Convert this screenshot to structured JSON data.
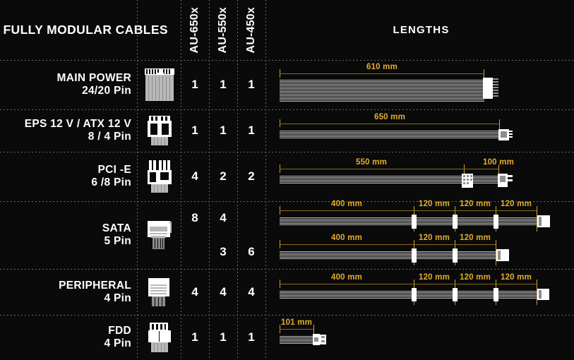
{
  "header": {
    "title": "FULLY MODULAR CABLES",
    "lengths_title": "LENGTHS",
    "models": [
      "AU-650x",
      "AU-550x",
      "AU-450x"
    ]
  },
  "colors": {
    "background": "#0a0a0a",
    "text": "#ffffff",
    "accent_gold": "#E3AE2B",
    "dim_line": "#8a6a14",
    "grid": "#6a6a6a",
    "wire": "#b9b9b9"
  },
  "rows": [
    {
      "name_line1": "MAIN POWER",
      "name_line2": "24/20 Pin",
      "icon": "atx-24pin-connector-icon",
      "qty": {
        "AU-650x": "1",
        "AU-550x": "1",
        "AU-450x": "1"
      },
      "cables": [
        {
          "segments": [
            {
              "label": "610 mm"
            }
          ]
        }
      ]
    },
    {
      "name_line1": "EPS 12 V / ATX 12 V",
      "name_line2": "8 / 4 Pin",
      "icon": "eps-8pin-connector-icon",
      "qty": {
        "AU-650x": "1",
        "AU-550x": "1",
        "AU-450x": "1"
      },
      "cables": [
        {
          "segments": [
            {
              "label": "650 mm"
            }
          ]
        }
      ]
    },
    {
      "name_line1": "PCI -E",
      "name_line2": "6 /8 Pin",
      "icon": "pcie-connector-icon",
      "qty": {
        "AU-650x": "4",
        "AU-550x": "2",
        "AU-450x": "2"
      },
      "cables": [
        {
          "segments": [
            {
              "label": "550 mm"
            },
            {
              "label": "100 mm"
            }
          ]
        }
      ]
    },
    {
      "name_line1": "SATA",
      "name_line2": "5 Pin",
      "icon": "sata-connector-icon",
      "qty": {
        "AU-650x": "8",
        "AU-550x": "4",
        "AU-450x": ""
      },
      "qty2": {
        "AU-650x": "",
        "AU-550x": "3",
        "AU-450x": "6"
      },
      "cables": [
        {
          "segments": [
            {
              "label": "400 mm"
            },
            {
              "label": "120 mm"
            },
            {
              "label": "120 mm"
            },
            {
              "label": "120 mm"
            }
          ]
        },
        {
          "segments": [
            {
              "label": "400 mm"
            },
            {
              "label": "120 mm"
            },
            {
              "label": "120 mm"
            }
          ]
        }
      ]
    },
    {
      "name_line1": "PERIPHERAL",
      "name_line2": "4 Pin",
      "icon": "molex-4pin-connector-icon",
      "qty": {
        "AU-650x": "4",
        "AU-550x": "4",
        "AU-450x": "4"
      },
      "cables": [
        {
          "segments": [
            {
              "label": "400 mm"
            },
            {
              "label": "120 mm"
            },
            {
              "label": "120 mm"
            },
            {
              "label": "120 mm"
            }
          ]
        }
      ]
    },
    {
      "name_line1": "FDD",
      "name_line2": "4 Pin",
      "icon": "fdd-4pin-connector-icon",
      "qty": {
        "AU-650x": "1",
        "AU-550x": "1",
        "AU-450x": "1"
      },
      "cables": [
        {
          "segments": [
            {
              "label": "101 mm"
            }
          ]
        }
      ]
    }
  ]
}
